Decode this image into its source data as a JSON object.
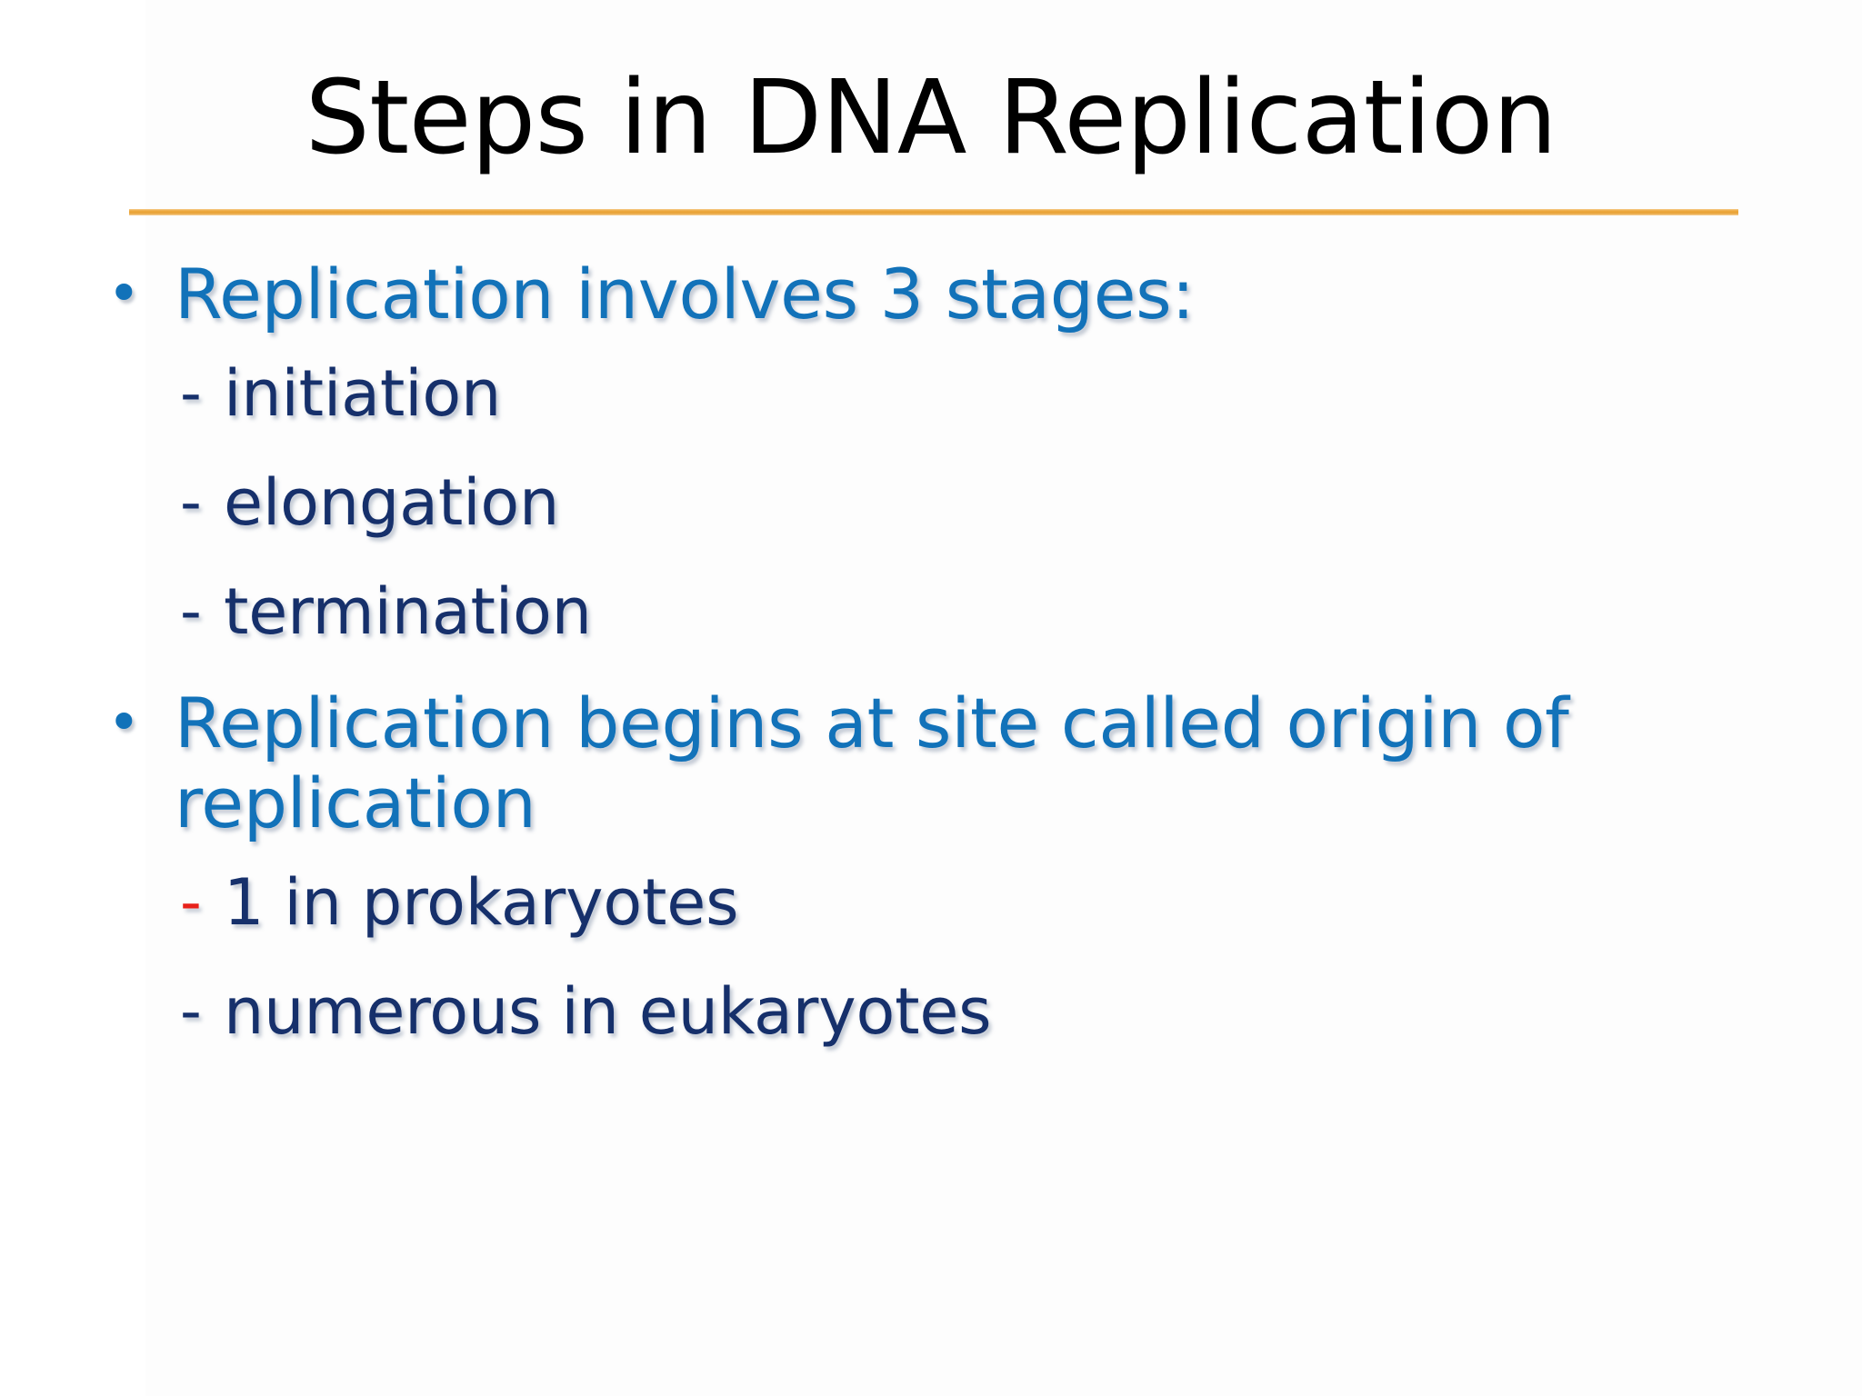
{
  "slide": {
    "title": "Steps in DNA Replication",
    "title_color": "#000000",
    "rule_color": "#E8A237",
    "background_color": "#FFFFFF",
    "level1_color": "#1272B9",
    "level2_color": "#16306B",
    "accent_red": "#E8211A",
    "bullet_marker": "•",
    "dash_marker": "-"
  },
  "content": [
    {
      "level": 1,
      "marker": "•",
      "marker_color": "#1272B9",
      "text": "Replication involves 3 stages:"
    },
    {
      "level": 2,
      "marker": "-",
      "marker_color": "#16306B",
      "text": "initiation"
    },
    {
      "level": 2,
      "marker": "-",
      "marker_color": "#16306B",
      "text": "elongation"
    },
    {
      "level": 2,
      "marker": "-",
      "marker_color": "#16306B",
      "text": "termination"
    },
    {
      "level": 1,
      "marker": "•",
      "marker_color": "#1272B9",
      "text": "Replication begins at site called origin of replication"
    },
    {
      "level": 2,
      "marker": "-",
      "marker_color": "#E8211A",
      "text": "1 in prokaryotes"
    },
    {
      "level": 2,
      "marker": "-",
      "marker_color": "#16306B",
      "text": "numerous in eukaryotes"
    }
  ]
}
